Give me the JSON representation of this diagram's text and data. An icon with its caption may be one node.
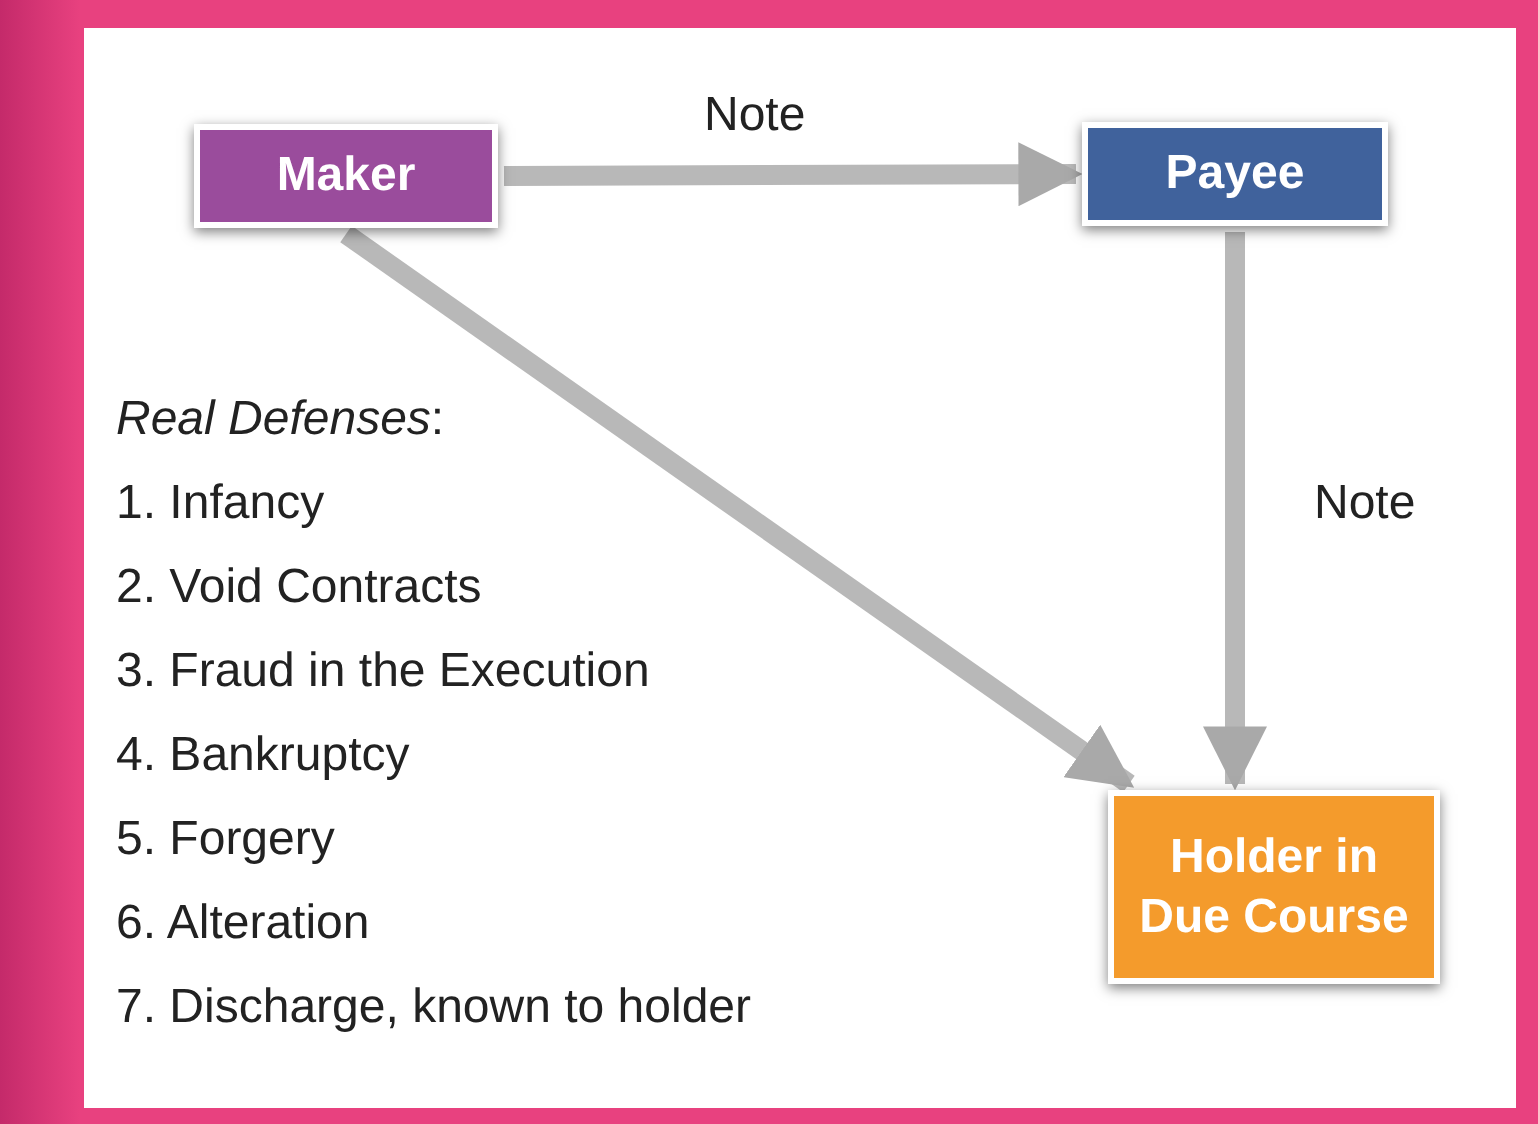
{
  "diagram": {
    "nodes": [
      {
        "text": [
          "Maker"
        ]
      },
      {
        "text": [
          "Payee"
        ]
      },
      {
        "text": [
          "Holder in Due Course"
        ]
      }
    ],
    "edges": [
      {
        "from": 0,
        "to": 1,
        "arrow": "to",
        "label": "Note"
      },
      {
        "from": 1,
        "to": 2,
        "arrow": "to",
        "label": "Note"
      },
      {
        "from": 0,
        "to": 2,
        "arrow": "to"
      }
    ],
    "labels": [
      "*Real Defenses*:",
      "1. Infancy",
      "2. Void Contracts",
      "3. Fraud in the Execution",
      "4. Bankruptcy",
      "5. Forgery",
      "6. Alteration",
      "7. Discharge, known to holder"
    ]
  }
}
